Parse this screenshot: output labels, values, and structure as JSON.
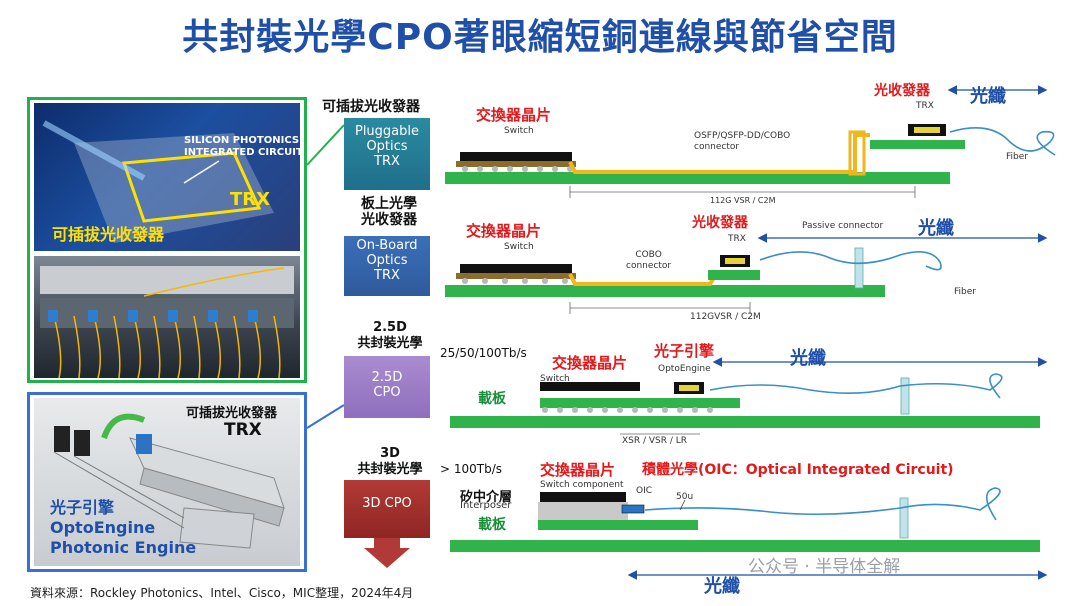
{
  "title": "共封裝光學CPO著眼縮短銅連線與節省空間",
  "left": {
    "photo1_line1": "SILICON PHOTONICS",
    "photo1_line2": "INTEGRATED CIRCUIT",
    "trx": "TRX",
    "pluggable_zh": "可插拔光收發器",
    "blue_title": "可插拔光收發器",
    "blue_trx": "TRX",
    "photonic_zh": "光子引擎",
    "optoengine": "OptoEngine",
    "photonic_engine": "Photonic Engine"
  },
  "column": {
    "label1": "可插拔光收發器",
    "box1": [
      "Pluggable",
      "Optics",
      "TRX"
    ],
    "label2": [
      "板上光學",
      "光收發器"
    ],
    "box2": [
      "On-Board",
      "Optics",
      "TRX"
    ],
    "label3": [
      "2.5D",
      "共封裝光學"
    ],
    "box3": [
      "2.5D",
      "CPO"
    ],
    "label4": [
      "3D",
      "共封裝光學"
    ],
    "box4": [
      "3D CPO"
    ]
  },
  "row1": {
    "switch_zh": "交換器晶片",
    "switch_en": "Switch",
    "trx_zh": "光收發器",
    "trx_en": "TRX",
    "fiber_zh": "光纖",
    "connector": [
      "OSFP/QSFP-DD/COBO",
      "connector"
    ],
    "fiber_en": "Fiber",
    "link": "112G VSR / C2M"
  },
  "row2": {
    "switch_zh": "交換器晶片",
    "switch_en": "Switch",
    "trx_zh": "光收發器",
    "trx_en": "TRX",
    "passive": "Passive connector",
    "fiber_zh": "光纖",
    "cobo": [
      "COBO",
      "connector"
    ],
    "fiber_en": "Fiber",
    "link": "112GVSR / C2M"
  },
  "row3": {
    "bandwidth": "25/50/100Tb/s",
    "switch_zh": "交換器晶片",
    "switch_en": "Switch",
    "photon_zh": "光子引擎",
    "opto_en": "OptoEngine",
    "fiber_zh": "光纖",
    "substrate": "載板",
    "link": "XSR / VSR / LR"
  },
  "row4": {
    "bandwidth": "> 100Tb/s",
    "switch_zh": "交換器晶片",
    "oic": "積體光學(OIC：Optical Integrated Circuit)",
    "interposer_zh": "矽中介層",
    "switch_component": "Switch component",
    "interposer_en": "Interposer",
    "oic_short": "OIC",
    "gap": "50u",
    "substrate": "載板",
    "fiber_zh": "光纖"
  },
  "watermark": "公众号 · 半导体全解",
  "source": "資料來源：Rockley Photonics、Intel、Cisco，MIC整理，2024年4月",
  "colors": {
    "title_blue": "#1f4fa8",
    "label_red": "#e3191c",
    "substrate_green": "#2fb34a",
    "chip_black": "#111111",
    "trace_yellow": "#f2b51c",
    "fiber_blue": "#3a8fc8"
  }
}
